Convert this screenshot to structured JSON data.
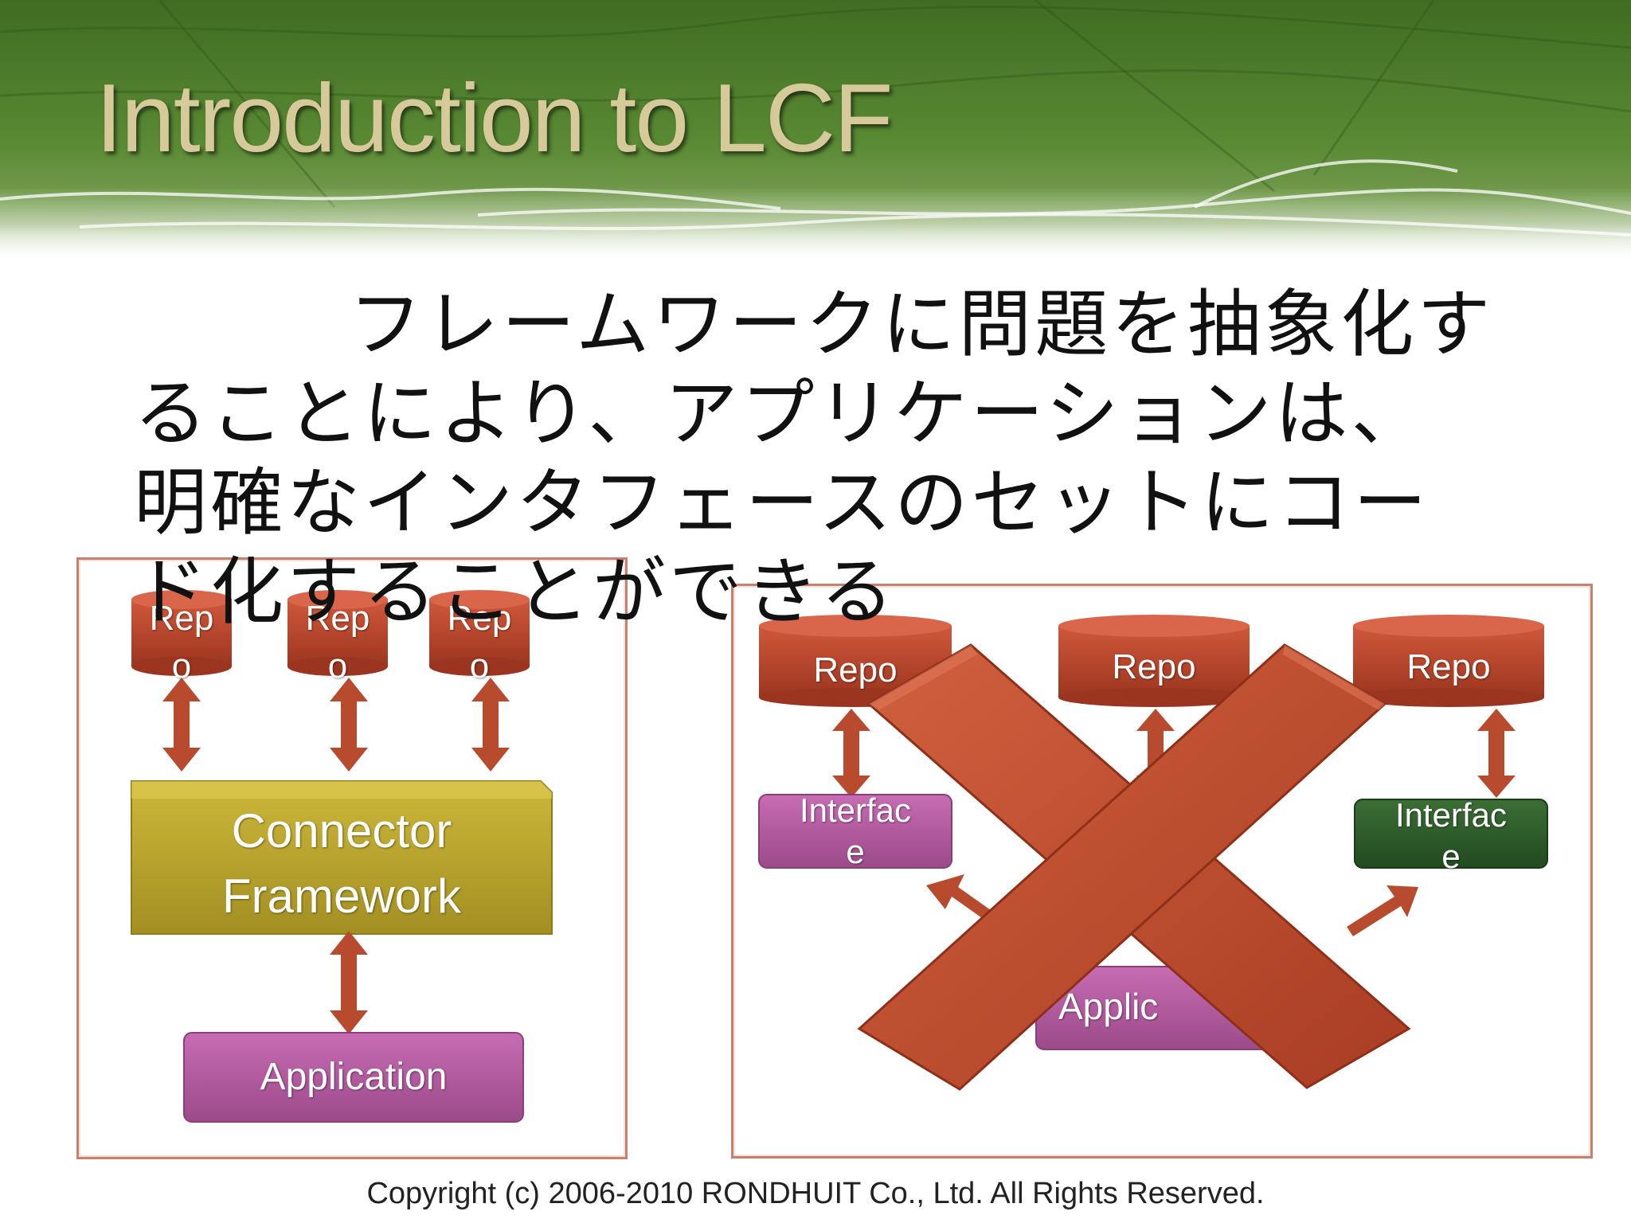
{
  "slide": {
    "title": "Introduction to LCF",
    "body": "フレームワークに問題を抽象化することにより、アプリケーションは、明確なインタフェースのセットにコード化することができる",
    "footer": "Copyright (c) 2006-2010 RONDHUIT Co., Ltd. All Rights Reserved."
  },
  "left_diagram": {
    "repos": [
      "Rep\no",
      "Rep\no",
      "Rep\no"
    ],
    "framework": "Connector\nFramework",
    "application": "Application"
  },
  "right_diagram": {
    "repos": [
      "Repo",
      "Repo",
      "Repo"
    ],
    "interfaces": [
      "Interfac\ne",
      "Interfac\ne"
    ],
    "application": "Applic"
  },
  "colors": {
    "banner_green": "#4d7a2c",
    "title": "#d6c99a",
    "repo": "#b8442a",
    "framework": "#b9a52c",
    "application": "#b55aa0",
    "interface_pink": "#b359a8",
    "interface_green": "#2d5a2a",
    "cross": "#c04f32"
  }
}
